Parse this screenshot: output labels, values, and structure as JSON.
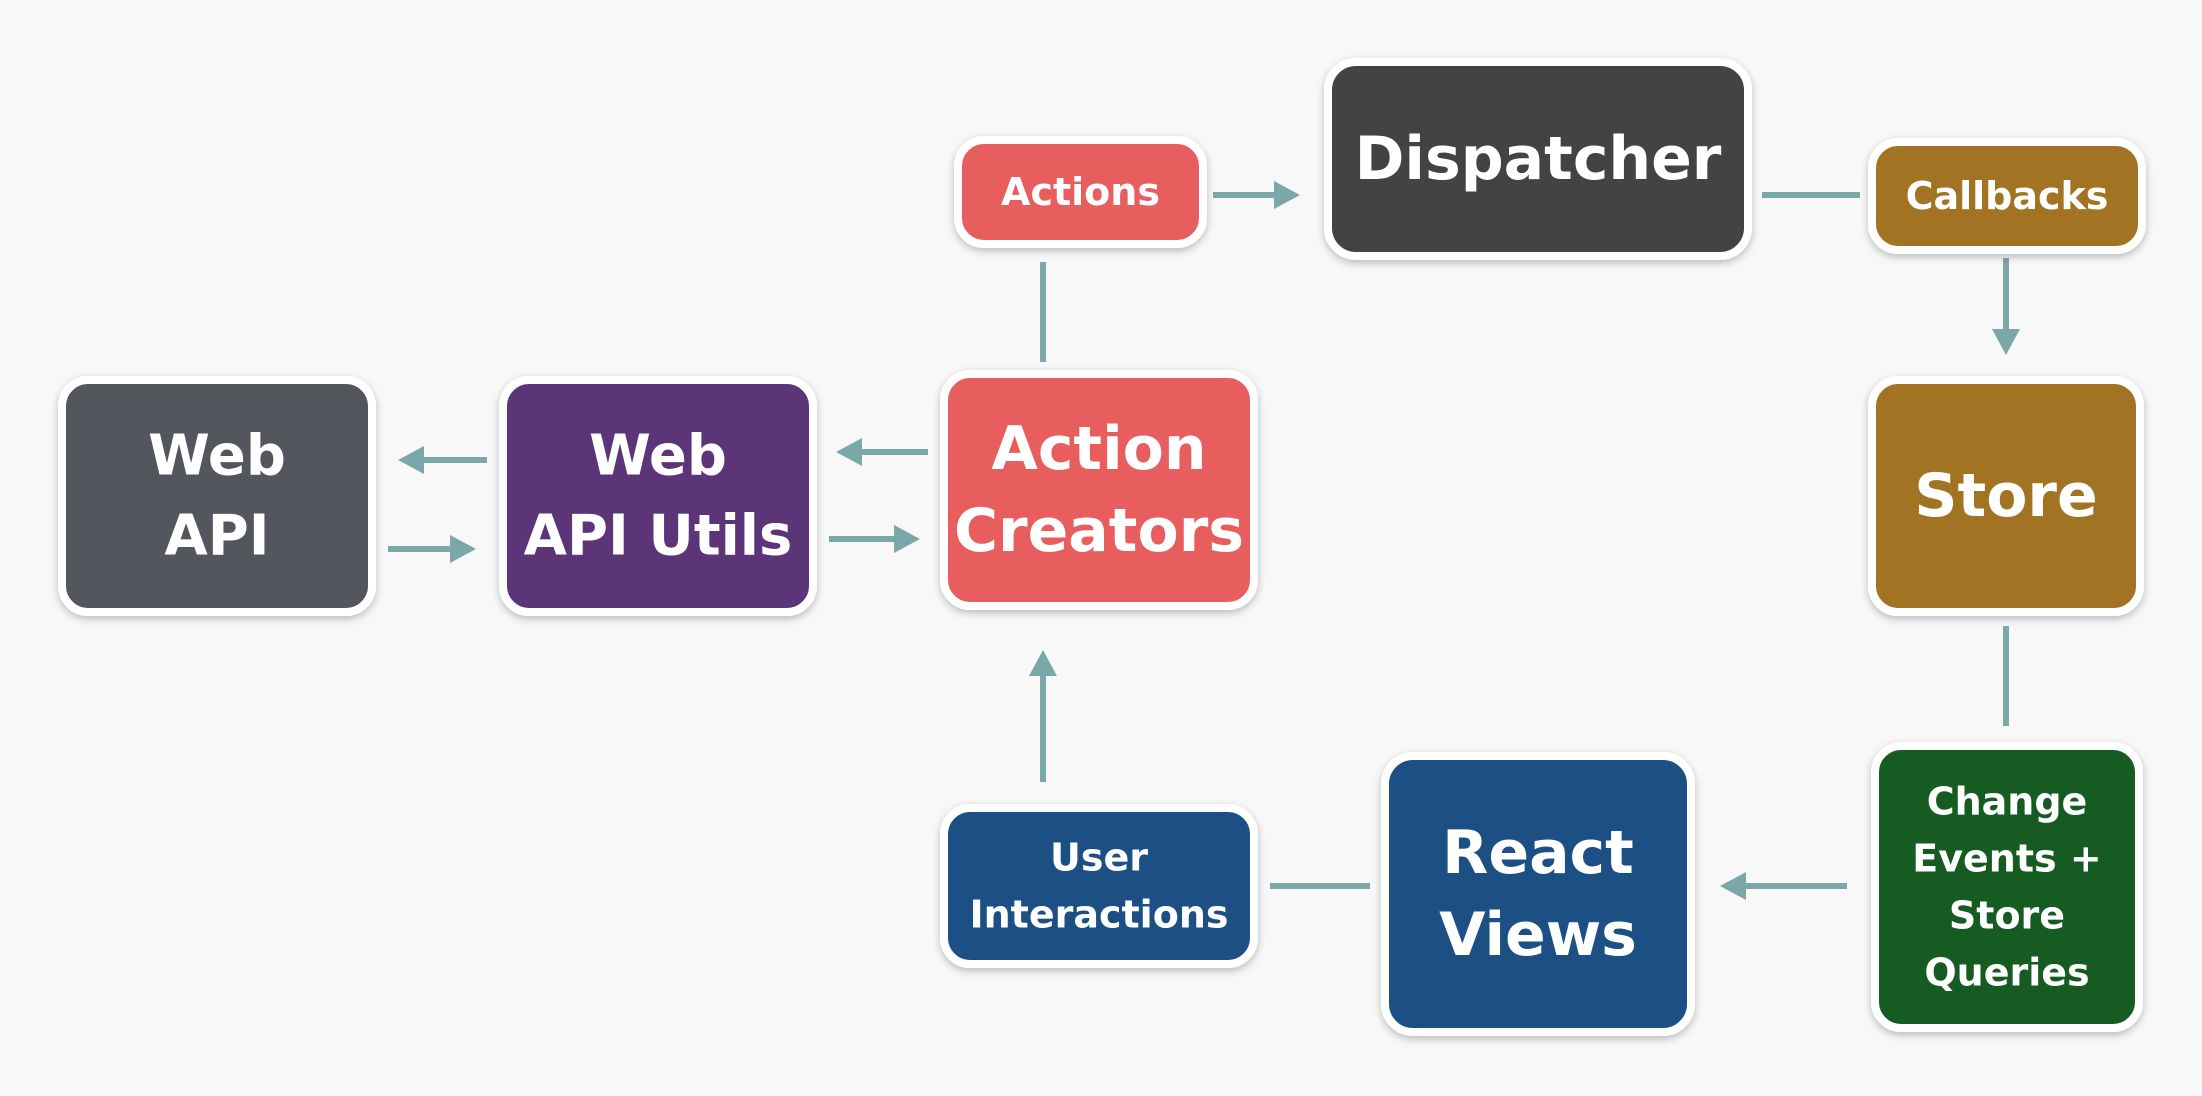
{
  "diagram": {
    "background": "#f8f8f8",
    "connector_color": "#7aa8a9",
    "nodes": {
      "web_api": {
        "lines": [
          "Web",
          "API"
        ],
        "color": "#53575c"
      },
      "web_api_utils": {
        "lines": [
          "Web",
          "API Utils"
        ],
        "color": "#5c3479"
      },
      "action_creators": {
        "lines": [
          "Action",
          "Creators"
        ],
        "color": "#e85d5d"
      },
      "actions": {
        "lines": [
          "Actions"
        ],
        "color": "#e85d5d"
      },
      "dispatcher": {
        "lines": [
          "Dispatcher"
        ],
        "color": "#444242"
      },
      "callbacks": {
        "lines": [
          "Callbacks"
        ],
        "color": "#a27321"
      },
      "store": {
        "lines": [
          "Store"
        ],
        "color": "#a27321"
      },
      "change_events": {
        "lines": [
          "Change",
          "Events +",
          "Store",
          "Queries"
        ],
        "color": "#165c20"
      },
      "react_views": {
        "lines": [
          "React",
          "Views"
        ],
        "color": "#1c4f84"
      },
      "user_interactions": {
        "lines": [
          "User",
          "Interactions"
        ],
        "color": "#1c4f84"
      }
    }
  }
}
